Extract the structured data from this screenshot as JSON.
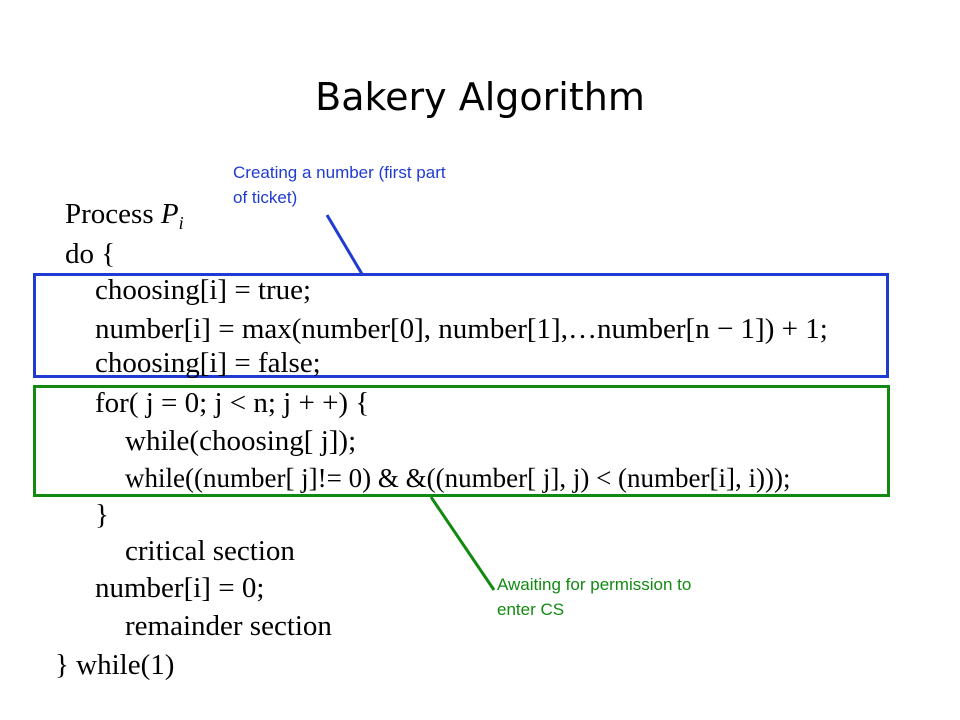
{
  "slide": {
    "title": "Bakery Algorithm",
    "colors": {
      "blue": "#1f3bd1",
      "green": "#128a12",
      "annotation_top": "#1f3bd1",
      "annotation_bottom": "#128a12"
    }
  },
  "annotations": {
    "top": {
      "line1": "Creating a number (first part",
      "line2": "of ticket)"
    },
    "bottom": {
      "line1": "Awaiting for permission to",
      "line2": "enter CS"
    }
  },
  "code": {
    "process_keyword": "Process ",
    "process_var": "P",
    "process_sub": "i",
    "do_open": "do {",
    "choosing_set_true": "choosing[i] = true;",
    "number_assign": "number[i] = max(number[0], number[1],…number[n − 1]) + 1;",
    "choosing_set_false": "choosing[i] = false;",
    "for_line": "for( j = 0; j < n; j + +) {",
    "while_choosing": "while(choosing[ j]);",
    "while_number": "while((number[ j]!= 0) & &((number[ j], j) < (number[i], i)));",
    "for_close": "}",
    "critical": "critical section",
    "number_reset": "number[i] = 0;",
    "remainder": "remainder section",
    "do_close": "} while(1)"
  }
}
